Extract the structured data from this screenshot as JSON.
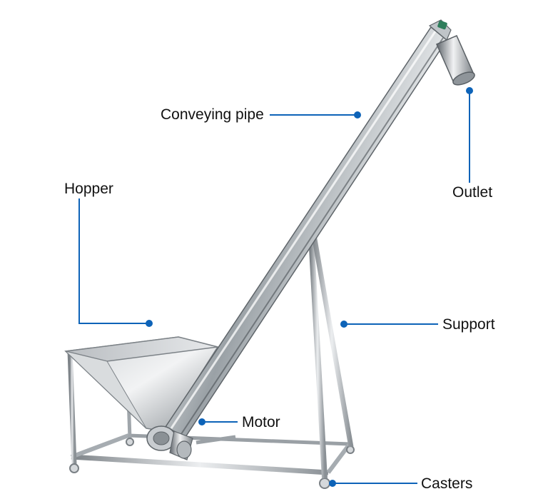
{
  "diagram": {
    "accent_color": "#0d63b8",
    "labels": {
      "conveying_pipe": "Conveying pipe",
      "outlet": "Outlet",
      "hopper": "Hopper",
      "support": "Support",
      "motor": "Motor",
      "casters": "Casters"
    }
  }
}
